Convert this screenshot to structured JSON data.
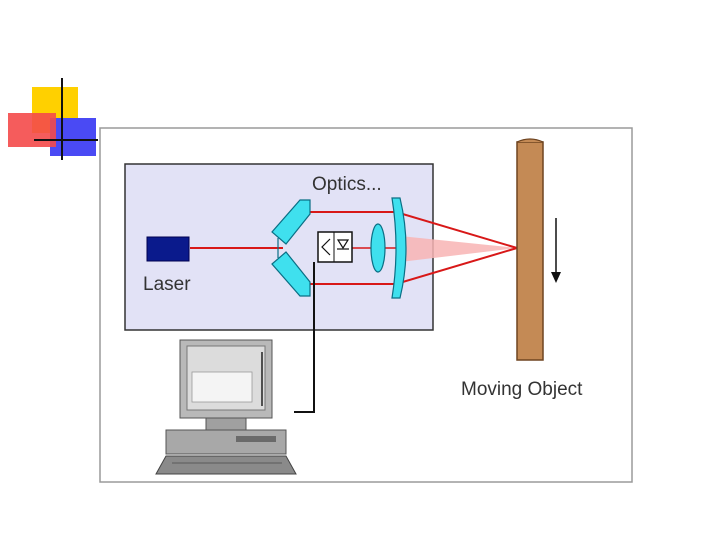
{
  "diagram": {
    "optics_label": "Optics...",
    "laser_label": "Laser",
    "object_label": "Moving Object"
  },
  "colors": {
    "frame_bg": "#ffffff",
    "frame_border": "#9a9a9a",
    "system_box_fill": "#e2e2f6",
    "system_box_border": "#333333",
    "laser": "#0a1a8c",
    "beam": "#d81818",
    "optics": "#3fe0ee",
    "optics_dark": "#0a6f85",
    "object": "#c48a55",
    "object_dark": "#6e4420",
    "deco_yellow": "#ffd000",
    "deco_red": "#f44a4a",
    "deco_blue": "#4a4af4"
  }
}
